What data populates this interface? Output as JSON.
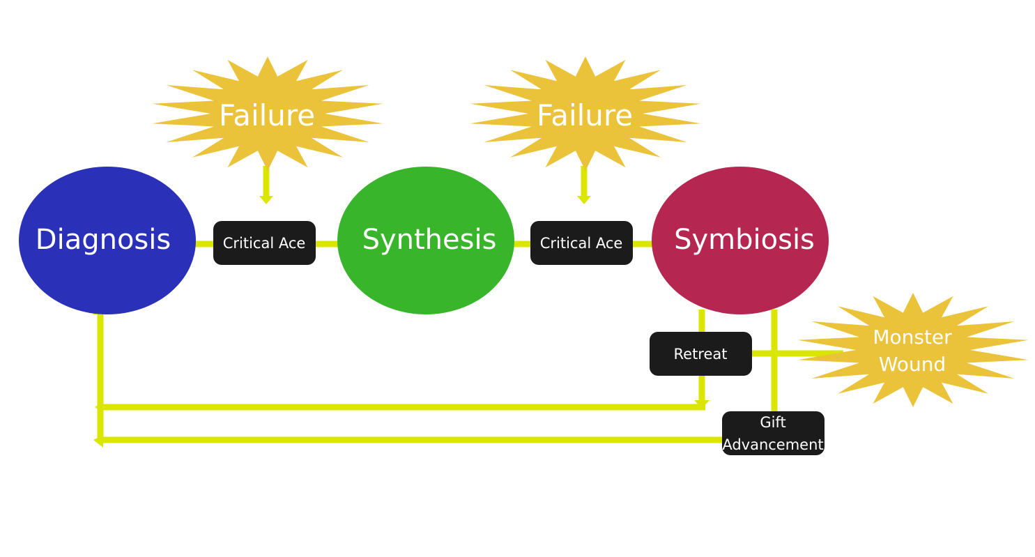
{
  "colors": {
    "arrow": "#dbe600",
    "diagnosis": "#2a31b8",
    "synthesis": "#39b52c",
    "symbiosis": "#b52650",
    "burst": "#eac33a",
    "box": "#1b1b1b",
    "text": "#ffffff"
  },
  "nodes": {
    "diagnosis": "Diagnosis",
    "synthesis": "Synthesis",
    "symbiosis": "Symbiosis"
  },
  "events": {
    "failure_1": "Failure",
    "failure_2": "Failure",
    "monster_wound_line1": "Monster",
    "monster_wound_line2": "Wound"
  },
  "actions": {
    "critical_ace_1": "Critical Ace",
    "critical_ace_2": "Critical Ace",
    "retreat": "Retreat",
    "gift_advancement_line1": "Gift",
    "gift_advancement_line2": "Advancement"
  }
}
